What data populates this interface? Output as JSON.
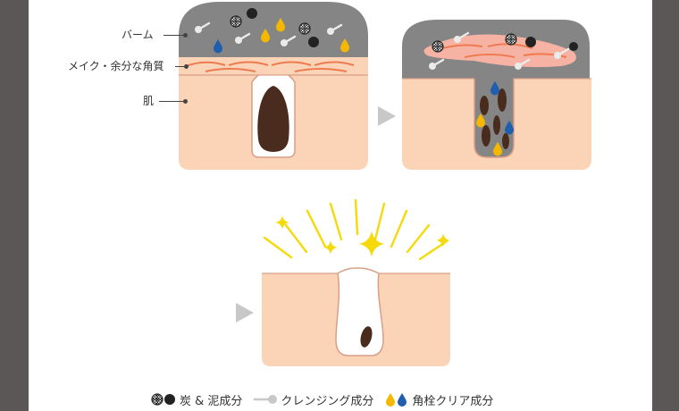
{
  "labels": {
    "balm": "バーム",
    "makeup": "メイク・余分な角質",
    "skin": "肌"
  },
  "legend": {
    "charcoal_clay": "炭 & 泥成分",
    "cleansing": "クレンジング成分",
    "pore_clear": "角栓クリア成分"
  },
  "colors": {
    "skin": "#fbd4b7",
    "skin_border": "#d99e86",
    "balm": "#858585",
    "plug": "#4a2c1e",
    "yellow_drop": "#f4b800",
    "blue_drop": "#1f5fae",
    "sparkle": "#f5d90a",
    "arrow": "#c8c8c8",
    "makeup_line": "#ee7a50"
  },
  "icons": [
    "charcoal-ball-icon",
    "clay-ball-icon",
    "cleansing-pin-icon",
    "yellow-drop-icon",
    "blue-drop-icon",
    "sparkle-icon",
    "arrow-right-icon"
  ]
}
